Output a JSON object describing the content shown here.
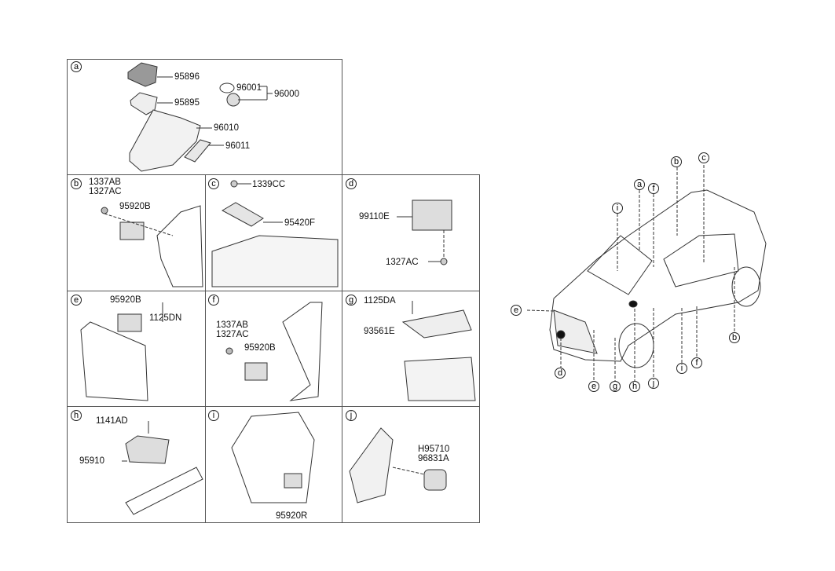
{
  "panels": [
    {
      "id": "a",
      "parts": [
        "95896",
        "95895",
        "96001",
        "96000",
        "96010",
        "96011"
      ]
    },
    {
      "id": "b",
      "parts": [
        "1337AB",
        "1327AC",
        "95920B"
      ]
    },
    {
      "id": "c",
      "parts": [
        "1339CC",
        "95420F"
      ]
    },
    {
      "id": "d",
      "parts": [
        "99110E",
        "1327AC"
      ]
    },
    {
      "id": "e",
      "parts": [
        "95920B",
        "1125DN"
      ]
    },
    {
      "id": "f",
      "parts": [
        "1337AB",
        "1327AC",
        "95920B"
      ]
    },
    {
      "id": "g",
      "parts": [
        "1125DA",
        "93561E"
      ]
    },
    {
      "id": "h",
      "parts": [
        "1141AD",
        "95910"
      ]
    },
    {
      "id": "i",
      "parts": [
        "95920R"
      ]
    },
    {
      "id": "j",
      "parts": [
        "H95710",
        "96831A"
      ]
    }
  ],
  "vehicle_callouts": [
    "b",
    "c",
    "a",
    "f",
    "i",
    "e",
    "d",
    "e",
    "g",
    "h",
    "j",
    "i",
    "f",
    "b"
  ]
}
